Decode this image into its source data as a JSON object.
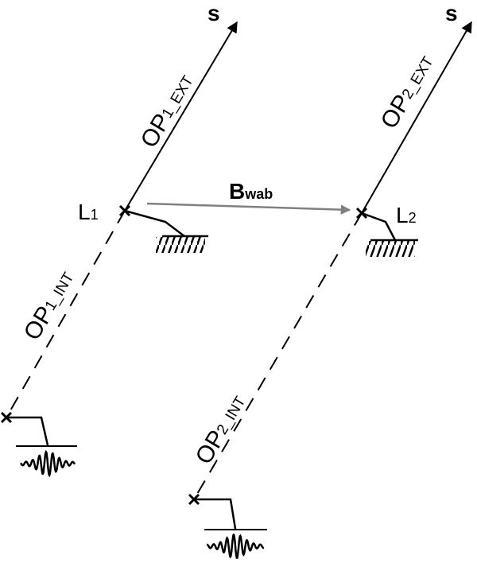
{
  "labels": {
    "s_left": "s",
    "s_right": "s",
    "op1_ext": {
      "main": "OP",
      "sub": "1_EXT"
    },
    "op1_int": {
      "main": "OP",
      "sub": "1_INT"
    },
    "op2_ext": {
      "main": "OP",
      "sub": "2_EXT"
    },
    "op2_int": {
      "main": "OP",
      "sub": "2_INT"
    },
    "l1": {
      "main": "L",
      "sub": "1"
    },
    "l2": {
      "main": "L",
      "sub": "2"
    },
    "baseline": {
      "main": "B",
      "sub": "wab"
    }
  },
  "colors": {
    "line": "#000000",
    "baseline_arrow": "#808080"
  }
}
